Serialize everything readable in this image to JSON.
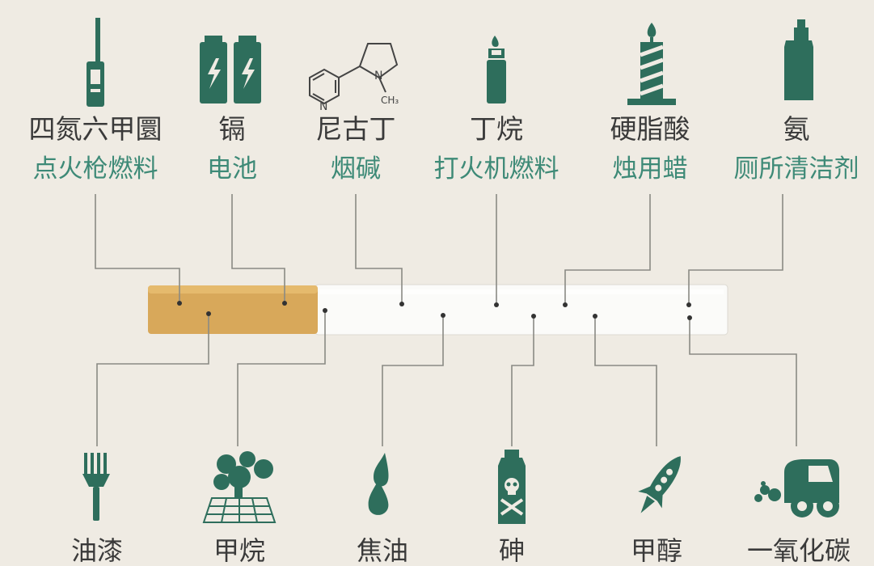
{
  "colors": {
    "accent": "#2e6e5c",
    "use_text": "#3e8a77",
    "background": "#efebe3",
    "filter": "#d8a85a"
  },
  "top": [
    {
      "chemical": "四氮六甲圜",
      "use": "点火枪燃料",
      "icon": "lighter-gun-icon"
    },
    {
      "chemical": "镉",
      "use": "电池",
      "icon": "battery-icon"
    },
    {
      "chemical": "尼古丁",
      "use": "烟碱",
      "icon": "nicotine-molecule-icon"
    },
    {
      "chemical": "丁烷",
      "use": "打火机燃料",
      "icon": "lighter-icon"
    },
    {
      "chemical": "硬脂酸",
      "use": "烛用蜡",
      "icon": "candle-icon"
    },
    {
      "chemical": "氨",
      "use": "厕所清洁剂",
      "icon": "cleaner-bottle-icon"
    }
  ],
  "bottom": [
    {
      "chemical": "油漆",
      "icon": "paint-brush-icon"
    },
    {
      "chemical": "甲烷",
      "icon": "methane-cloud-icon"
    },
    {
      "chemical": "焦油",
      "icon": "tar-drop-icon"
    },
    {
      "chemical": "砷",
      "icon": "poison-bottle-icon"
    },
    {
      "chemical": "甲醇",
      "icon": "rocket-icon"
    },
    {
      "chemical": "一氧化碳",
      "icon": "car-exhaust-icon"
    }
  ],
  "molecule": {
    "n1": "N",
    "n2": "N",
    "ch3": "CH₃"
  }
}
